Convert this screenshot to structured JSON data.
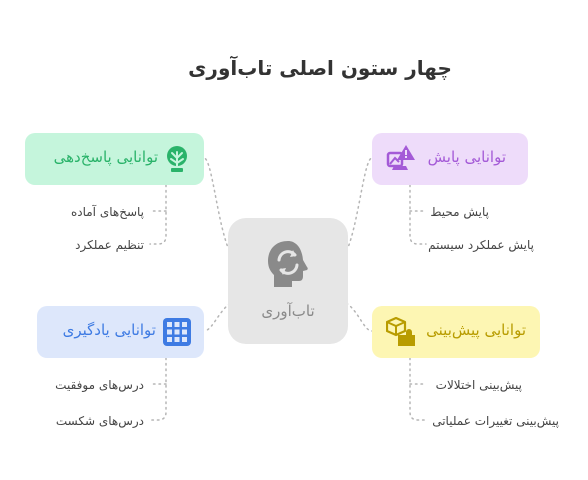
{
  "title": "چهار ستون اصلی تاب‌آوری",
  "center": {
    "label": "تاب‌آوری",
    "icon": "head-refresh-icon"
  },
  "branches": [
    {
      "label": "توانایی پاسخ‌دهی",
      "icon": "tree-antenna-icon",
      "color": "#2ab36a",
      "bg": "#c5f5dc",
      "items": [
        "پاسخ‌های آماده",
        "تنظیم عملکرد"
      ]
    },
    {
      "label": "توانایی پایش",
      "icon": "warning-monitor-icon",
      "color": "#a45ad7",
      "bg": "#eedcfa",
      "items": [
        "پایش محیط",
        "پایش عملکرد سیستم"
      ]
    },
    {
      "label": "توانایی یادگیری",
      "icon": "grid-icon",
      "color": "#3e7be3",
      "bg": "#dde7fb",
      "items": [
        "درس‌های موفقیت",
        "درس‌های شکست"
      ]
    },
    {
      "label": "توانایی پیش‌بینی",
      "icon": "cube-puzzle-icon",
      "color": "#b89c00",
      "bg": "#fdf6b3",
      "items": [
        "پیش‌بینی اختلالات",
        "پیش‌بینی تغییرات عملیاتی"
      ]
    }
  ]
}
